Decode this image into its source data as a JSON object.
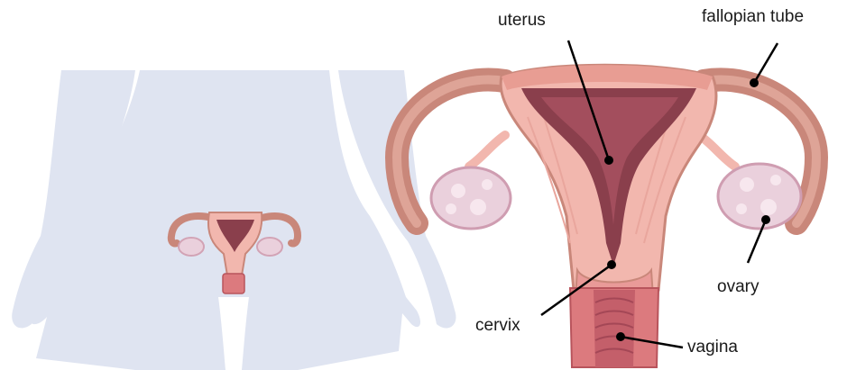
{
  "labels": {
    "uterus": "uterus",
    "fallopian_tube": "fallopian tube",
    "ovary": "ovary",
    "cervix": "cervix",
    "vagina": "vagina"
  },
  "colors": {
    "silhouette": "#dfe4f1",
    "tube": "#c9877a",
    "uterus_wall": "#f2b7ae",
    "cavity": "#8a3f4c",
    "ovary": "#ead0dc",
    "vagina": "#dc7a7e",
    "leader_line": "#000000"
  }
}
